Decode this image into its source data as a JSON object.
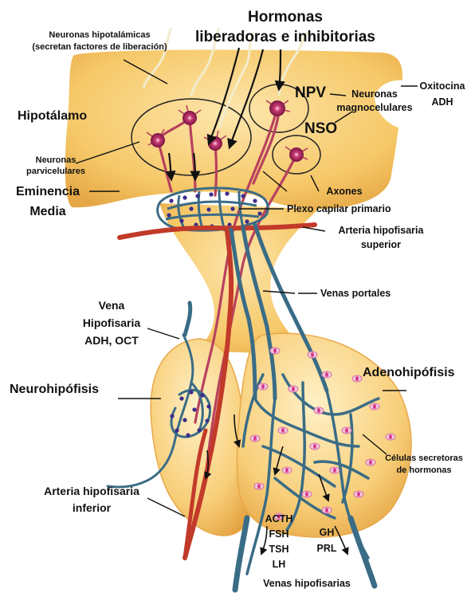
{
  "labels": {
    "hormonas_l1": "Hormonas",
    "hormonas_l2": "liberadoras e inhibitorias",
    "neuronas_hipot_l1": "Neuronas hipotalámicas",
    "neuronas_hipot_l2": "(secretan factores de liberación)",
    "hipotalamo": "Hipotálamo",
    "npv": "NPV",
    "nso": "NSO",
    "neuronas_magno_l1": "Neuronas",
    "neuronas_magno_l2": "magnocelulares",
    "oxitocina": "Oxitocina",
    "adh": "ADH",
    "neuronas_parvi_l1": "Neuronas",
    "neuronas_parvi_l2": "parvicelulares",
    "eminencia_l1": "Eminencia",
    "eminencia_l2": "Media",
    "axones": "Axones",
    "plexo": "Plexo capilar primario",
    "arteria_sup_l1": "Arteria hipofisaria",
    "arteria_sup_l2": "superior",
    "venas_portales": "Venas portales",
    "vena_hipo_l1": "Vena",
    "vena_hipo_l2": "Hipofisaria",
    "vena_hipo_l3": "ADH, OCT",
    "neurohipofisis": "Neurohipófisis",
    "adenohipofisis": "Adenohipófisis",
    "celulas_l1": "Células secretoras",
    "celulas_l2": "de hormonas",
    "arteria_inf_l1": "Arteria hipofisaria",
    "arteria_inf_l2": "inferior",
    "acth": "ACTH",
    "fsh": "FSH",
    "tsh": "TSH",
    "lh": "LH",
    "gh": "GH",
    "prl": "PRL",
    "venas_hipofisarias": "Venas hipofisarias"
  },
  "colors": {
    "tissue": "#f5c56a",
    "tissue_light": "#fbe0a0",
    "tissue_dark": "#e3a742",
    "artery": "#c23a2a",
    "vein": "#3a6c86",
    "axon": "#b8425e",
    "neuron": "#a8245a",
    "cell": "#e07ab8"
  }
}
